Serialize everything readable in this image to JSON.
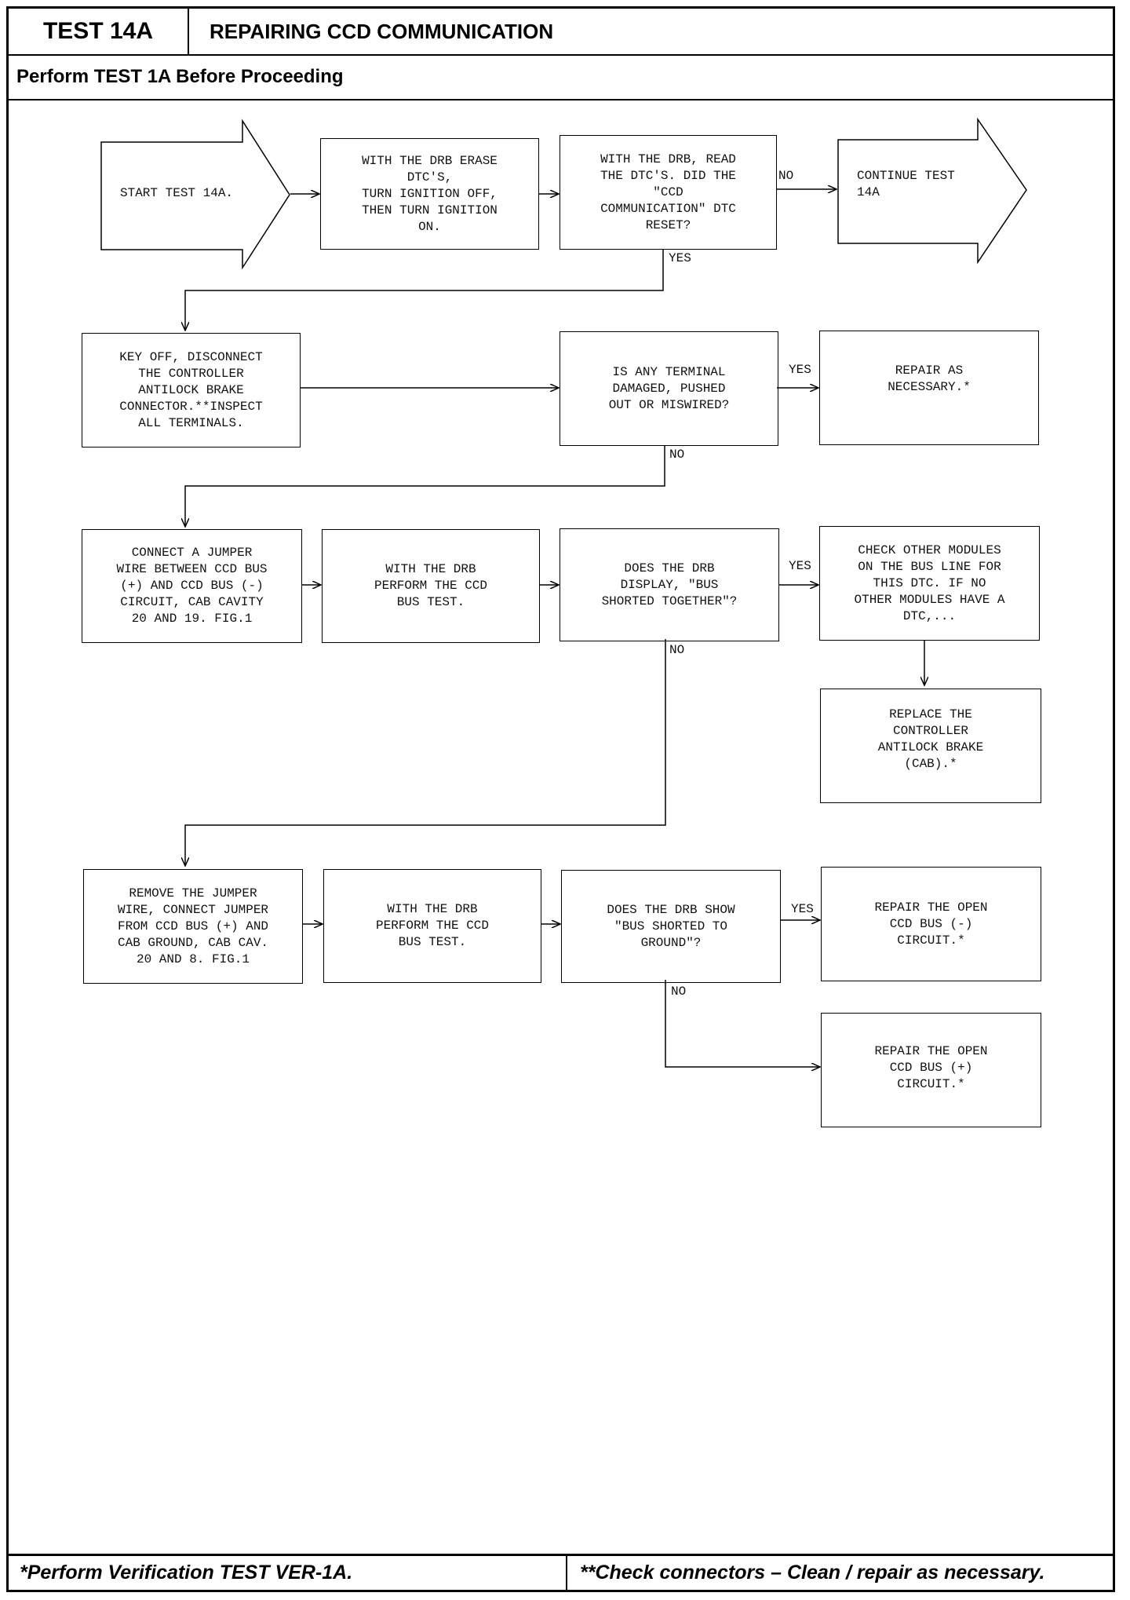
{
  "header": {
    "test_number": "TEST 14A",
    "title": "REPAIRING CCD COMMUNICATION",
    "prerequisite": "Perform TEST 1A Before Proceeding"
  },
  "flowchart": {
    "start": "START TEST 14A.",
    "erase_dtc": "WITH THE DRB ERASE\nDTC'S,\nTURN IGNITION OFF,\nTHEN TURN IGNITION\nON.",
    "read_dtc": "WITH THE DRB, READ\nTHE DTC'S. DID THE\n\"CCD\nCOMMUNICATION\" DTC\nRESET?",
    "continue": "CONTINUE TEST\n14A",
    "key_off": "KEY OFF, DISCONNECT\nTHE CONTROLLER\nANTILOCK BRAKE\nCONNECTOR.**INSPECT\nALL TERMINALS.",
    "terminal_damaged": "IS ANY TERMINAL\nDAMAGED, PUSHED\nOUT OR MISWIRED?",
    "repair_as_necessary": "REPAIR AS\nNECESSARY.*",
    "connect_jumper": "CONNECT A JUMPER\nWIRE BETWEEN CCD BUS\n(+) AND CCD BUS (-)\nCIRCUIT, CAB CAVITY\n20 AND 19. FIG.1",
    "bus_test_1": "WITH THE DRB\nPERFORM THE CCD\nBUS TEST.",
    "shorted_together": "DOES THE DRB\nDISPLAY, \"BUS\nSHORTED TOGETHER\"?",
    "check_other_modules": "CHECK OTHER MODULES\nON THE BUS LINE FOR\nTHIS DTC. IF NO\nOTHER MODULES HAVE A\nDTC,...",
    "replace_cab": "REPLACE THE\nCONTROLLER\nANTILOCK BRAKE\n(CAB).*",
    "remove_jumper": "REMOVE THE JUMPER\nWIRE, CONNECT JUMPER\nFROM CCD BUS (+) AND\nCAB GROUND, CAB CAV.\n20 AND 8. FIG.1",
    "bus_test_2": "WITH THE DRB\nPERFORM THE CCD\nBUS TEST.",
    "shorted_to_ground": "DOES THE DRB SHOW\n\"BUS SHORTED TO\nGROUND\"?",
    "repair_bus_minus": "REPAIR THE OPEN\nCCD BUS (-)\nCIRCUIT.*",
    "repair_bus_plus": "REPAIR THE OPEN\nCCD BUS (+)\nCIRCUIT.*"
  },
  "labels": {
    "yes": "YES",
    "no": "NO"
  },
  "footer": {
    "left": "*Perform Verification TEST VER-1A.",
    "right": "**Check connectors – Clean / repair as necessary."
  }
}
